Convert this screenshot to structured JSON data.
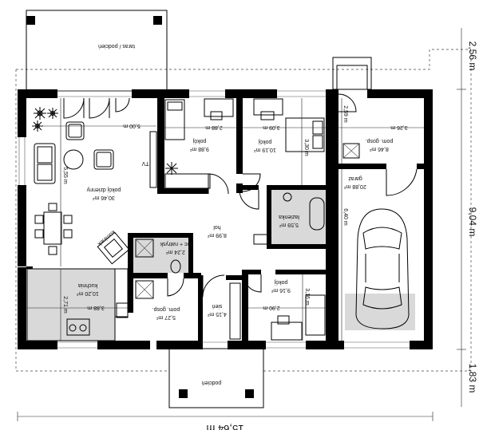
{
  "rooms": {
    "taras_top": "taras / podcień",
    "podcien_bottom": "podcień",
    "salon_name": "pokój dzienny",
    "salon_area": "30,46 m²",
    "pokoj1_name": "pokój",
    "pokoj1_area": "9,88 m²",
    "pokoj2_name": "pokój",
    "pokoj2_area": "10,19 m²",
    "pom_gosp1_name": "pom. gosp.",
    "pom_gosp1_area": "8,46 m²",
    "garaz_name": "garaż",
    "garaz_area": "20,88 m²",
    "lazienka_name": "łazienka",
    "lazienka_area": "5,59 m²",
    "hol_name": "hol",
    "hol_area": "8,99 m²",
    "wc_name": "wc + natrysk",
    "wc_area": "2,24 m²",
    "kuchnia_name": "kuchnia",
    "kuchnia_area": "10,20 m²",
    "pom_gosp2_name": "pom. gosp.",
    "pom_gosp2_area": "5,27 m²",
    "sien_name": "sień",
    "sien_area": "4,15 m²",
    "pokoj3_name": "pokój",
    "pokoj3_area": "9,16 m²",
    "kominek": "kominek",
    "tv": "TV"
  },
  "dimensions": {
    "salon_w": "5,00 m",
    "salon_h": "5,55 m",
    "pokoj1_w": "2,88 m",
    "pokoj2_w": "3,09 m",
    "pokoj2_h": "3,30 m",
    "pom_gosp1_h": "2,59 m",
    "pom_gosp1_w": "3,26 m",
    "garaz_h": "6,40 m",
    "kuchnia_h": "2,71 m",
    "kuchnia_w": "3,88 m",
    "pokoj3_h": "3,16 m",
    "pokoj3_w": "2,90 m",
    "total_w": "15,64 m",
    "total_h": "9,04 m",
    "right_top": "2,56 m",
    "right_bottom": "1,83 m"
  }
}
